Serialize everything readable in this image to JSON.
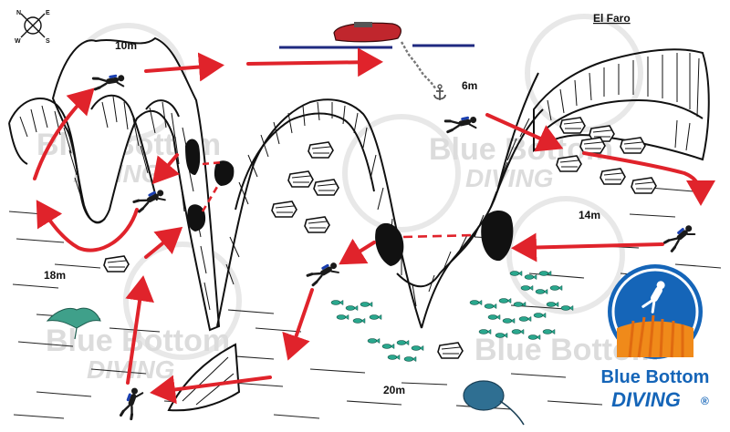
{
  "site": {
    "name": "El Faro"
  },
  "compass": {
    "n": "N",
    "e": "E",
    "s": "S",
    "w": "W"
  },
  "depths": {
    "d10": "10m",
    "d6": "6m",
    "d14": "14m",
    "d18": "18m",
    "d20": "20m"
  },
  "watermark": {
    "line1": "Blue Bottom",
    "line2": "DIVING"
  },
  "logo": {
    "line1": "Blue Bottom",
    "line2": "DIVING",
    "reg": "®"
  },
  "colors": {
    "route": "#e0232b",
    "rock_line": "#111111",
    "cave": "#111111",
    "surface": "#1f2a80",
    "fish": "#2aa88e",
    "logo_blue": "#1565b8",
    "logo_orange": "#f08a1a",
    "watermark": "#d9d9d9"
  }
}
